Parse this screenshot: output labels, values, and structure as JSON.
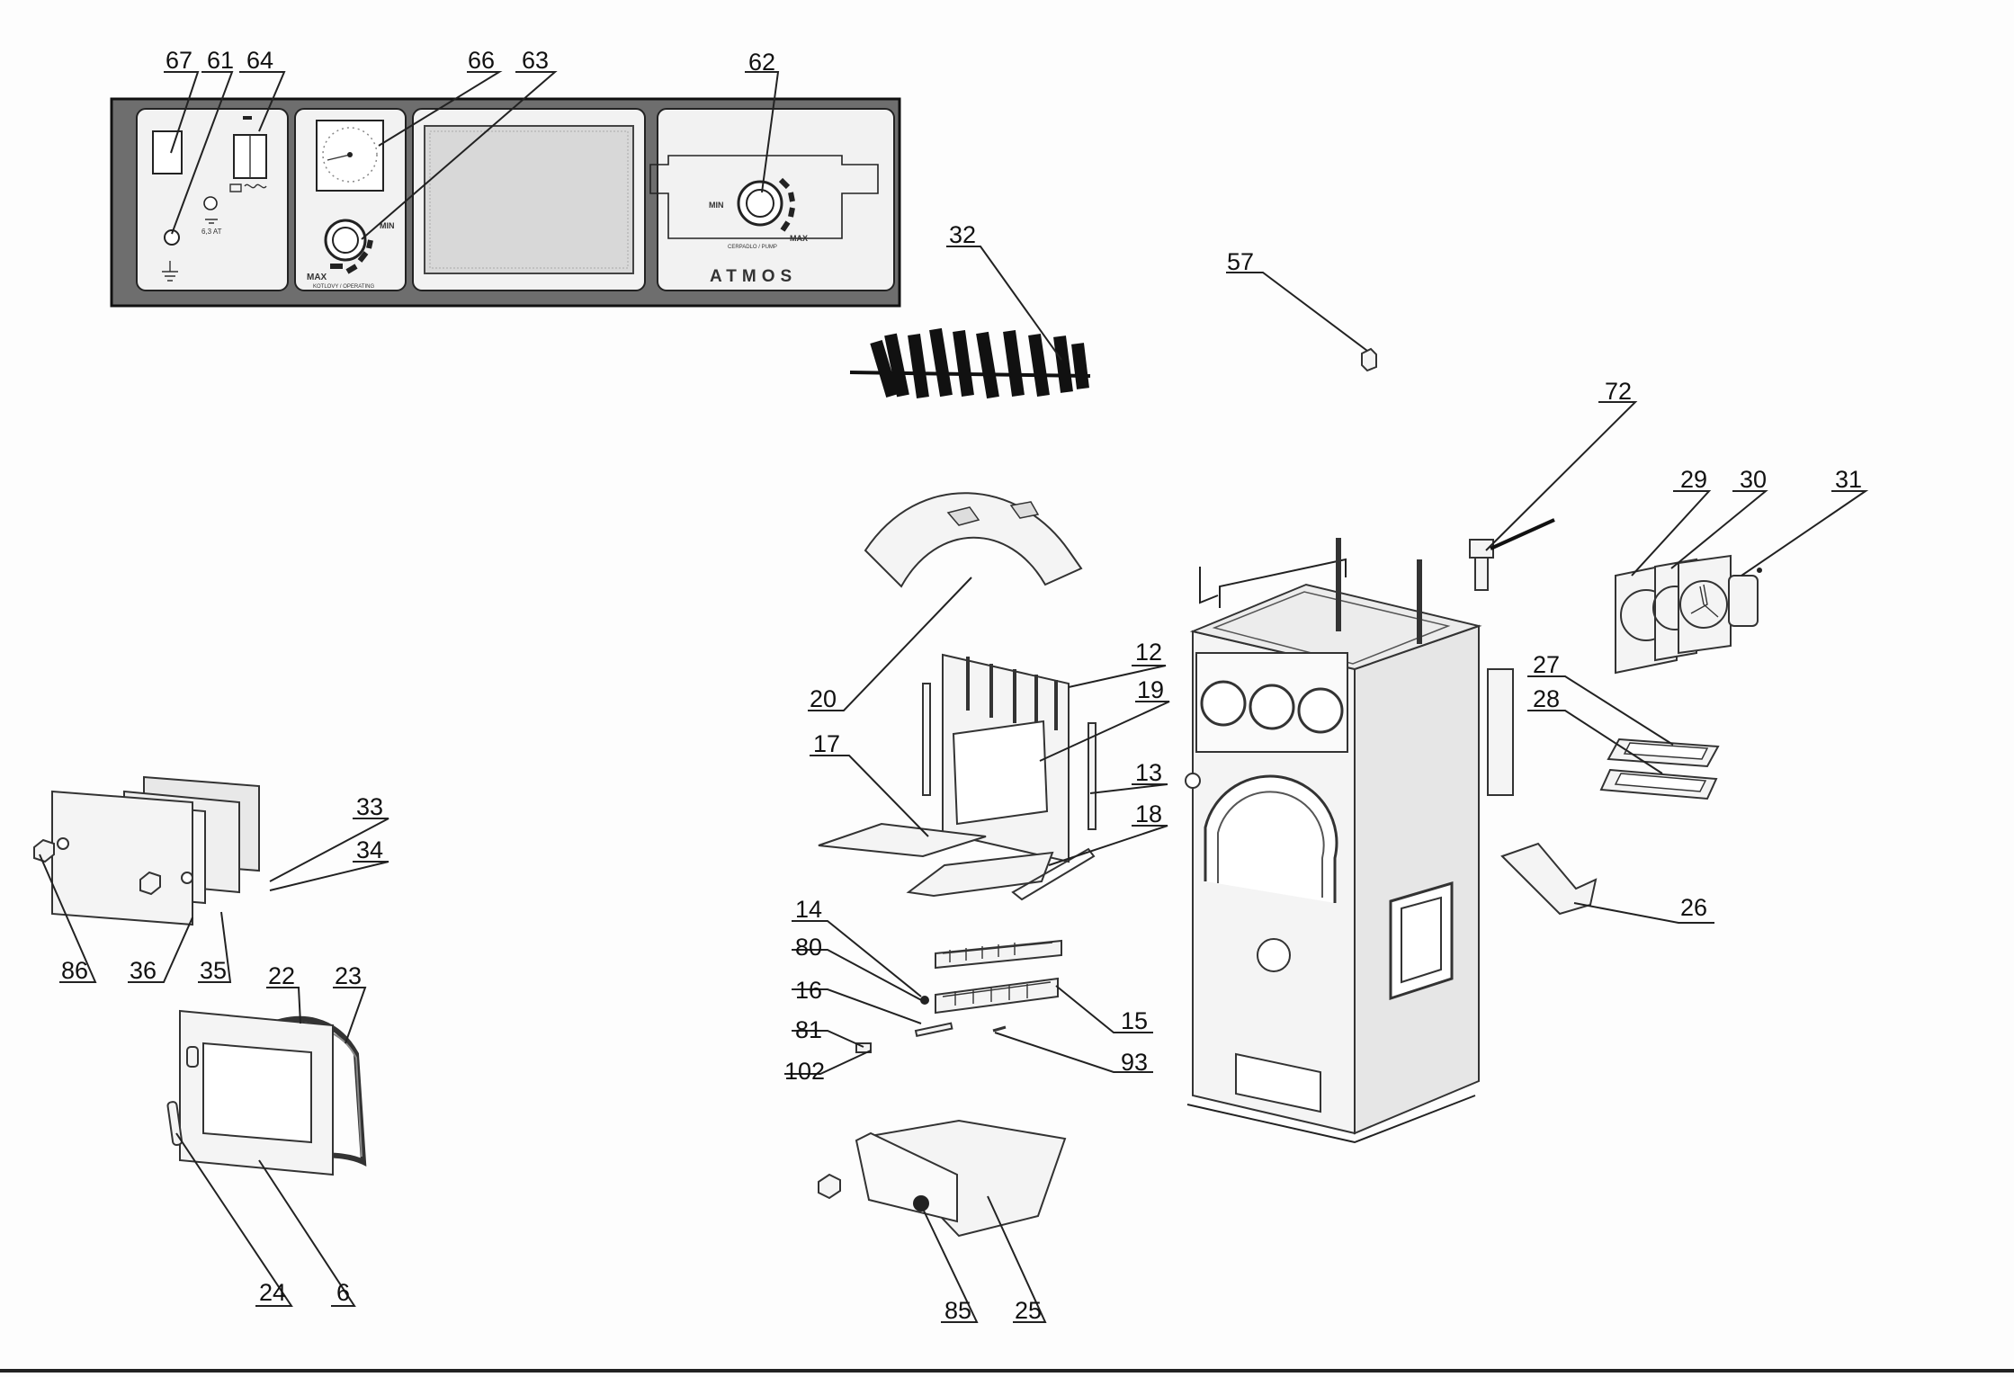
{
  "panel": {
    "brand": "ATMOS",
    "min_label": "MIN",
    "max_label": "MAX",
    "fuse_label": "6,3 AT",
    "boiler_thermostat_label": "KOTLOVY / OPERATING",
    "pump_thermostat_label": "CERPADLO / PUMP"
  },
  "callouts": [
    "67",
    "61",
    "64",
    "66",
    "63",
    "62",
    "32",
    "57",
    "72",
    "29",
    "30",
    "31",
    "20",
    "12",
    "19",
    "17",
    "13",
    "18",
    "27",
    "28",
    "26",
    "14",
    "80",
    "15",
    "16",
    "81",
    "93",
    "102",
    "33",
    "34",
    "86",
    "36",
    "35",
    "22",
    "23",
    "24",
    "6",
    "85",
    "25"
  ],
  "colors": {
    "panel_frame": "#6e6e6e",
    "panel_face": "#f2f2f2",
    "line": "#222222"
  }
}
